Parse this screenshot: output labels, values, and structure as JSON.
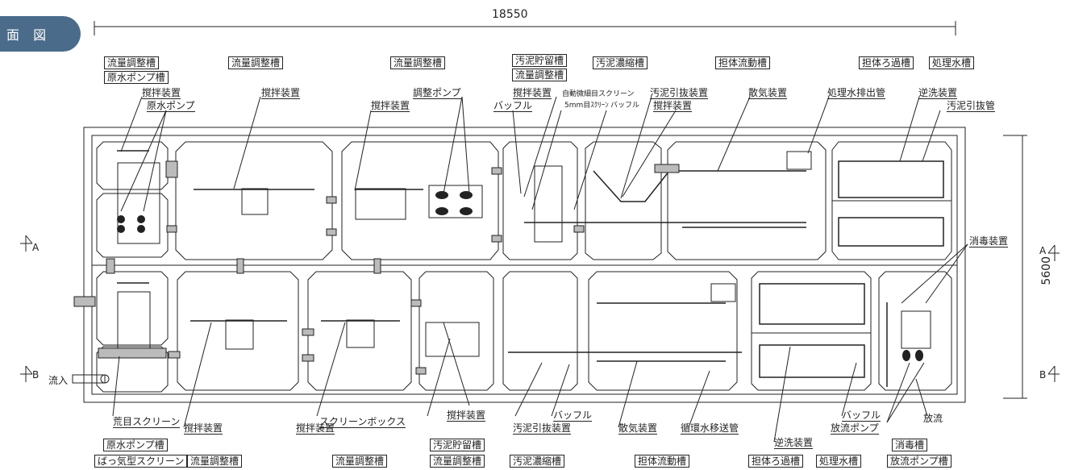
{
  "tab_title": "面 図",
  "dims": {
    "width": "18550",
    "height": "5600"
  },
  "sections": {
    "a": "A",
    "b": "B"
  },
  "labels": {
    "top_box_1a": "流量調整槽",
    "top_box_1b": "原水ポンプ槽",
    "top_box_2": "流量調整槽",
    "top_box_3": "流量調整槽",
    "top_box_4a": "汚泥貯留槽",
    "top_box_4b": "流量調整槽",
    "top_box_5": "汚泥濃縮槽",
    "top_box_6": "担体流動槽",
    "top_box_7": "担体ろ過槽",
    "top_box_8": "処理水槽",
    "t_stir1": "撹拌装置",
    "t_pump": "原水ポンプ",
    "t_stir2": "撹拌装置",
    "t_adjpump": "調整ポンプ",
    "t_stir3": "撹拌装置",
    "t_baffle1": "バッフル",
    "t_stir4": "撹拌装置",
    "t_autoscreen": "自動微細目スクリーン",
    "t_5mm": "5mm目ｽｸﾘｰﾝ",
    "t_baffle2": "バッフル",
    "t_sludge_draw1": "汚泥引抜装置",
    "t_stir5": "撹拌装置",
    "t_aeration1": "散気装置",
    "t_treated_out": "処理水排出管",
    "t_backwash1": "逆洗装置",
    "t_sludge_draw2": "汚泥引抜管",
    "t_disinfect": "消毒装置",
    "t_inflow": "流入",
    "b_coarse": "荒目スクリーン",
    "b_stir1": "撹拌装置",
    "b_stir2": "撹拌装置",
    "b_screenbox": "スクリーンボックス",
    "b_stir3": "撹拌装置",
    "b_sludge_draw": "汚泥引抜装置",
    "b_baffle": "バッフル",
    "b_aeration": "散気装置",
    "b_circ": "循環水移送管",
    "b_baffle2": "バッフル",
    "b_discharge_pump": "放流ポンプ",
    "b_discharge": "放流",
    "b_backwash": "逆洗装置",
    "bot_box_1a": "原水ポンプ槽",
    "bot_box_1b": "ばっ気型スクリーン",
    "bot_box_2": "流量調整槽",
    "bot_box_3": "流量調整槽",
    "bot_box_4a": "汚泥貯留槽",
    "bot_box_4b": "流量調整槽",
    "bot_box_5": "汚泥濃縮槽",
    "bot_box_6": "担体流動槽",
    "bot_box_7": "担体ろ過槽",
    "bot_box_8": "処理水槽",
    "bot_box_9a": "消毒槽",
    "bot_box_9b": "放流ポンプ槽"
  }
}
